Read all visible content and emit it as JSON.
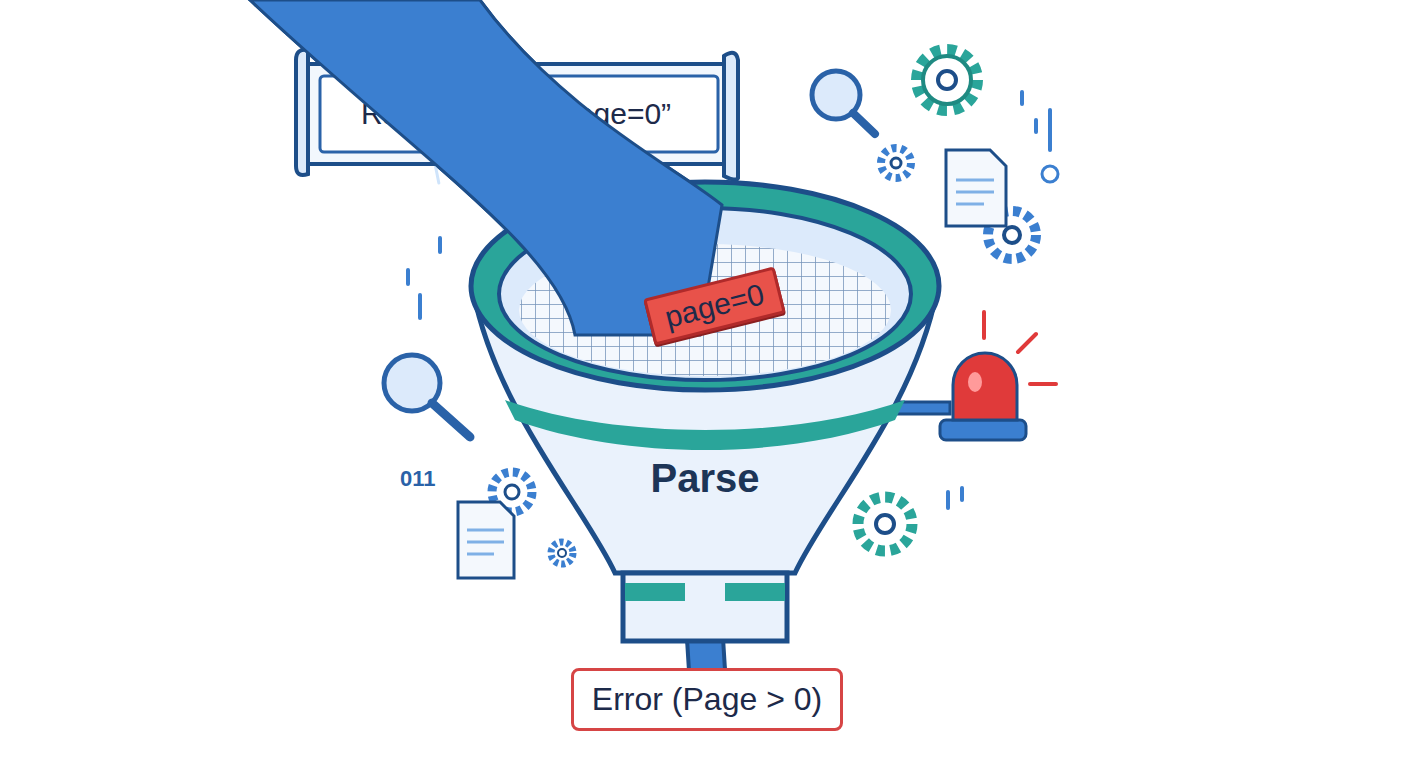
{
  "diagram": {
    "nodes": [
      {
        "text": [
          "Raw: “?q=foo&page=0”"
        ]
      },
      {
        "text": [
          "Parse"
        ]
      },
      {
        "text": [
          "page=0"
        ],
        "in": 1
      },
      {
        "text": [
          "Error (Page > 0)"
        ]
      }
    ],
    "edges": [
      {
        "from": 1,
        "to": 3,
        "arrow": "none"
      }
    ],
    "labels": [
      "011"
    ]
  }
}
